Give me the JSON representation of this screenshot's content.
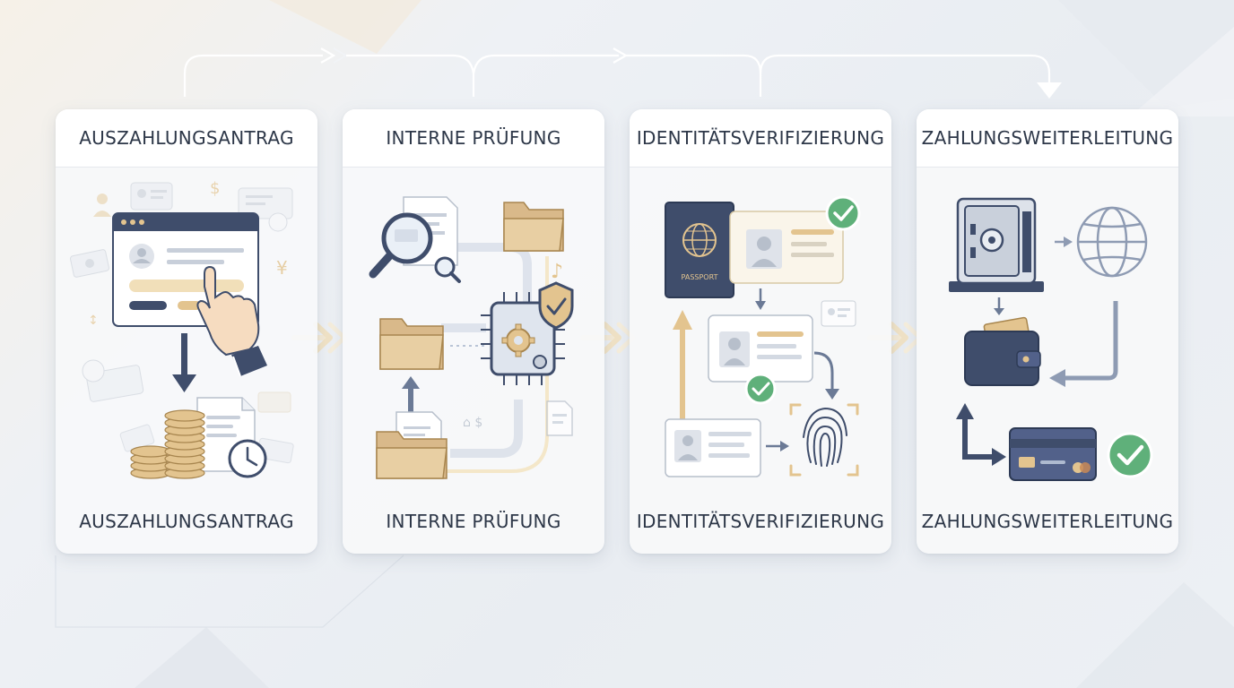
{
  "steps": [
    {
      "title": "AUSZAHLUNGSANTRAG",
      "footer": "AUSZAHLUNGSANTRAG",
      "icons": [
        "browser-form-icon",
        "pointing-hand-icon",
        "down-arrow-icon",
        "coin-stack-icon",
        "document-icon",
        "clock-icon",
        "dollar-sign-icon",
        "yen-sign-icon",
        "banknote-icon",
        "user-card-icon"
      ]
    },
    {
      "title": "INTERNE PRÜFUNG",
      "footer": "INTERNE PRÜFUNG",
      "icons": [
        "magnifier-document-icon",
        "folder-icon",
        "chip-gear-icon",
        "shield-check-icon",
        "folder-documents-icon",
        "document-icon",
        "music-note-icon"
      ]
    },
    {
      "title": "IDENTITÄTSVERIFIZIERUNG",
      "footer": "IDENTITÄTSVERIFIZIERUNG",
      "icons": [
        "passport-icon",
        "id-card-icon",
        "check-badge-icon",
        "fingerprint-icon",
        "up-arrow-icon",
        "curved-arrow-icon"
      ]
    },
    {
      "title": "ZAHLUNGSWEITERLEITUNG",
      "footer": "ZAHLUNGSWEITERLEITUNG",
      "icons": [
        "safe-icon",
        "globe-icon",
        "wallet-icon",
        "credit-card-icon",
        "check-badge-icon",
        "return-arrow-icon"
      ]
    }
  ],
  "passport_text": "PASSPORT",
  "colors": {
    "navy": "#3f4d6b",
    "gold": "#e3c48f",
    "green": "#4aa86a",
    "gray": "#b7bfcb"
  }
}
